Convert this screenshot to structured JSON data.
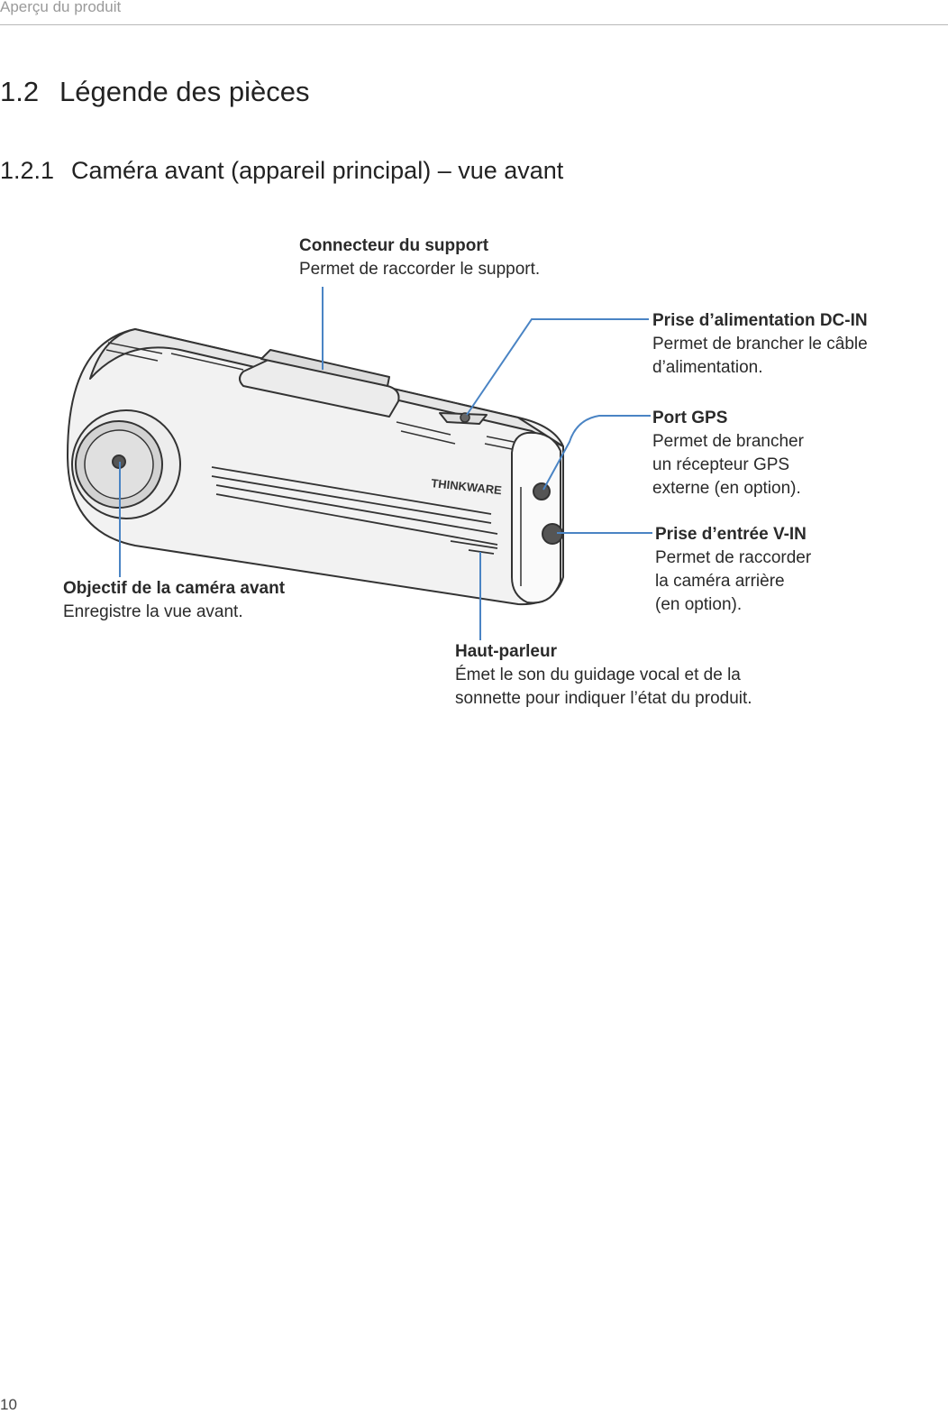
{
  "header": {
    "running_title": "Aperçu du produit"
  },
  "section": {
    "number": "1.2",
    "title": "Légende des pièces"
  },
  "subsection": {
    "number": "1.2.1",
    "title": "Caméra avant (appareil principal) – vue avant"
  },
  "device": {
    "brand_logo": "THINKWARE",
    "leader_color": "#4a84c4"
  },
  "callouts": {
    "mount_connector": {
      "title": "Connecteur du support",
      "desc": "Permet de raccorder le support."
    },
    "dc_in": {
      "title": "Prise d’alimentation DC-IN",
      "desc": "Permet de brancher le câble\nd’alimentation."
    },
    "gps_port": {
      "title": "Port GPS",
      "desc": "Permet de brancher\nun récepteur GPS\nexterne (en option)."
    },
    "v_in": {
      "title": "Prise d’entrée V-IN",
      "desc": "Permet de raccorder\nla caméra arrière\n(en option)."
    },
    "front_lens": {
      "title": "Objectif de la caméra avant",
      "desc": "Enregistre la vue avant."
    },
    "speaker": {
      "title": "Haut-parleur",
      "desc": "Émet le son du guidage vocal et de la\nsonnette pour indiquer l’état du produit."
    }
  },
  "footer": {
    "page_number": "10"
  }
}
